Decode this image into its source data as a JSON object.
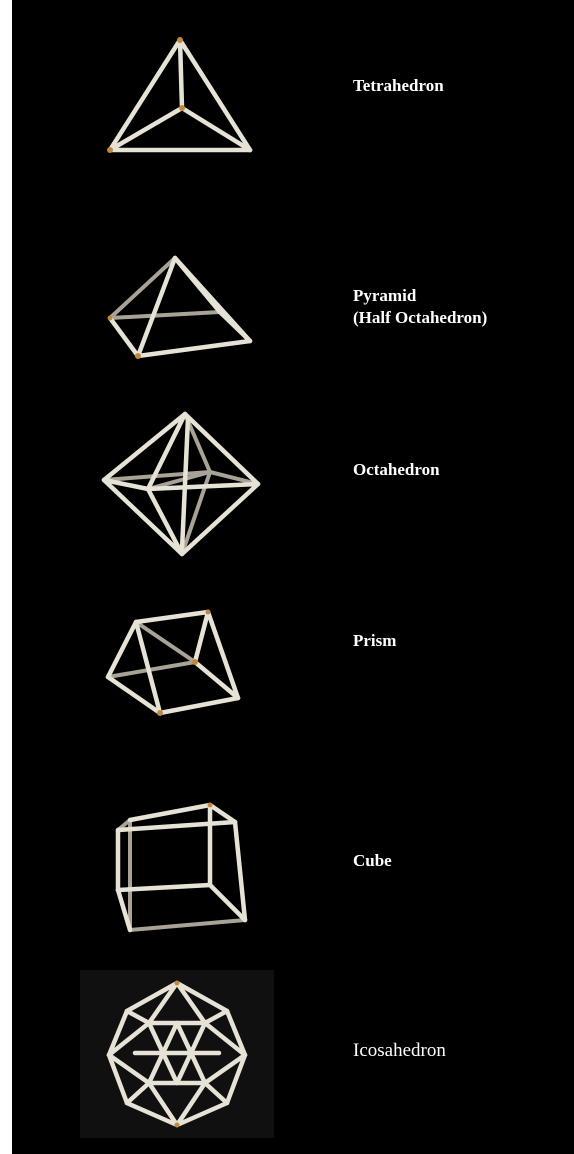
{
  "colors": {
    "background": "#000000",
    "page": "#ffffff",
    "label_text": "#ffffff",
    "rod": "#e7e2d6",
    "joint": "#c08a3e"
  },
  "shapes": [
    {
      "id": "tetrahedron",
      "label": "Tetrahedron",
      "icon": "tetrahedron-model"
    },
    {
      "id": "pyramid",
      "label": "Pyramid\n(Half Octahedron)",
      "icon": "pyramid-model"
    },
    {
      "id": "octahedron",
      "label": "Octahedron",
      "icon": "octahedron-model"
    },
    {
      "id": "prism",
      "label": "Prism",
      "icon": "prism-model"
    },
    {
      "id": "cube",
      "label": "Cube",
      "icon": "cube-model"
    },
    {
      "id": "icosahedron",
      "label": "Icosahedron",
      "icon": "icosahedron-model"
    }
  ]
}
